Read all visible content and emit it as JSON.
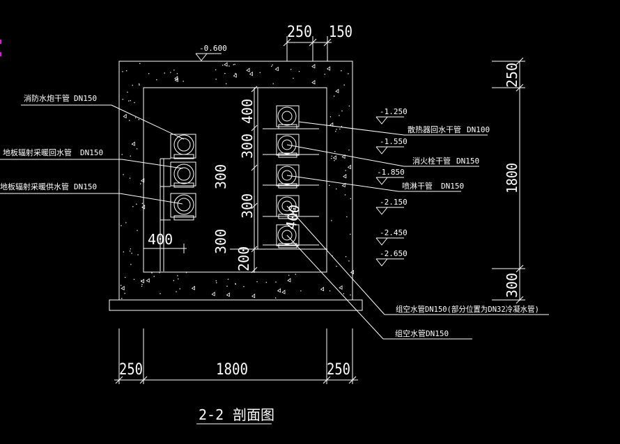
{
  "drawing": {
    "title": "2-2",
    "subtitle": "剖面图",
    "colors": {
      "background": "#000000",
      "line": "#ffffff",
      "accent": "#ff00ff"
    }
  },
  "elevations": [
    "-0.600",
    "-1.250",
    "-1.550",
    "-1.850",
    "-2.150",
    "-2.450",
    "-2.650"
  ],
  "dimensions": {
    "top": [
      "250",
      "150"
    ],
    "bottom": [
      "250",
      "1800",
      "250"
    ],
    "right": [
      "250",
      "1800",
      "300"
    ],
    "inner_vertical": [
      "400",
      "300",
      "300",
      "300",
      "300",
      "200"
    ],
    "inner_horizontal": [
      "400",
      "400"
    ]
  },
  "pipes_left": [
    {
      "label": "消防水炮干管",
      "size": "DN150"
    },
    {
      "label": "地板辐射采暖回水管",
      "size": "DN150"
    },
    {
      "label": "地板辐射采暖供水管",
      "size": "DN150"
    }
  ],
  "pipes_right": [
    {
      "label": "散热器回水干管",
      "size": "DN100"
    },
    {
      "label": "消火栓干管",
      "size": "DN150"
    },
    {
      "label": "喷淋干管",
      "size": "DN150"
    }
  ],
  "callouts": [
    "组空水管DN150(部分位置为DN32冷凝水管)",
    "组空水管DN150"
  ]
}
